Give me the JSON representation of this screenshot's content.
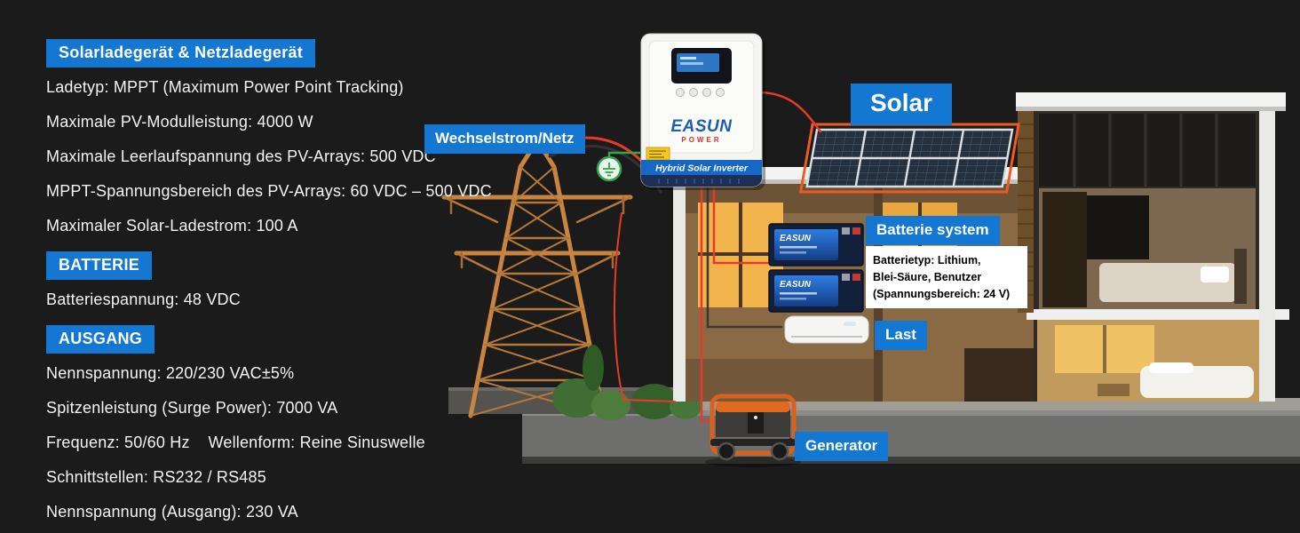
{
  "colors": {
    "background": "#1b1b1b",
    "badge_blue": "#1478d2",
    "text": "#f4f4f2",
    "wire_red": "#e8392a",
    "pylon_orange": "#c5803f",
    "panel_frame_orange": "#f05a22"
  },
  "specs": {
    "sections": [
      {
        "title": "Solarladegerät & Netzladegerät",
        "lines": [
          "Ladetyp: MPPT (Maximum Power Point Tracking)",
          "Maximale PV-Modulleistung: 4000 W",
          "Maximale Leerlaufspannung des PV-Arrays: 500 VDC",
          "MPPT-Spannungsbereich des PV-Arrays: 60 VDC – 500 VDC",
          "Maximaler Solar-Ladestrom: 100 A"
        ]
      },
      {
        "title": "BATTERIE",
        "lines": [
          "Batteriespannung: 48 VDC"
        ]
      },
      {
        "title": "AUSGANG",
        "lines": [
          "Nennspannung: 220/230 VAC±5%",
          "Spitzenleistung (Surge Power): 7000 VA",
          "Frequenz: 50/60 Hz    Wellenform: Reine Sinuswelle",
          "Schnittstellen: RS232 / RS485",
          "Nennspannung (Ausgang): 230 VA"
        ]
      }
    ]
  },
  "diagram": {
    "labels": {
      "grid": "Wechselstrom/Netz",
      "solar": "Solar",
      "battery_system": "Batterie system",
      "load": "Last",
      "generator": "Generator"
    },
    "battery_info": {
      "line1": "Batterietyp: Lithium,",
      "line2": "Blei-Säure, Benutzer",
      "line3": "(Spannungsbereich: 24 V)"
    },
    "inverter": {
      "brand": "EASUN",
      "brand_sub": "POWER",
      "product": "Hybrid Solar Inverter"
    },
    "battery_brand": "EASUN"
  }
}
